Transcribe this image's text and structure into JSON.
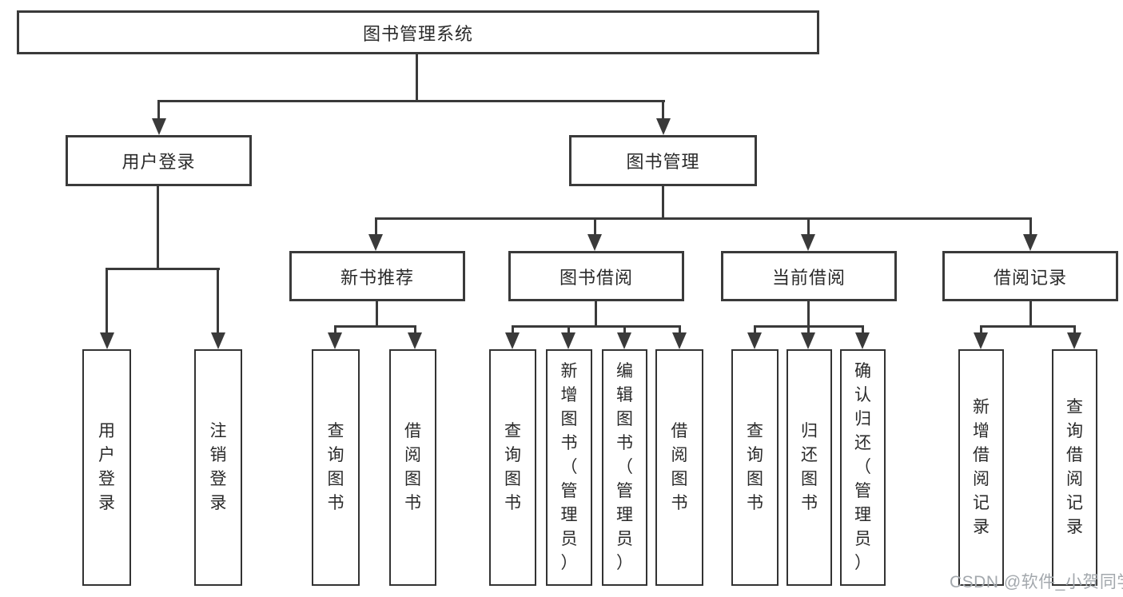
{
  "tree": {
    "root": "图书管理系统",
    "level2": [
      {
        "label": "用户登录",
        "children": [
          "用户登录",
          "注销登录"
        ]
      },
      {
        "label": "图书管理",
        "modules": [
          {
            "label": "新书推荐",
            "children": [
              "查询图书",
              "借阅图书"
            ]
          },
          {
            "label": "图书借阅",
            "children": [
              "查询图书",
              "新增图书（管理员）",
              "编辑图书（管理员）",
              "借阅图书"
            ]
          },
          {
            "label": "当前借阅",
            "children": [
              "查询图书",
              "归还图书",
              "确认归还（管理员）"
            ]
          },
          {
            "label": "借阅记录",
            "children": [
              "新增借阅记录",
              "查询借阅记录"
            ]
          }
        ]
      }
    ]
  },
  "colors": {
    "line": "#3a3a3a",
    "text": "#2a2a2a",
    "watermark": "#a3a8ad"
  },
  "watermark": "CSDN @软件_小贺同学"
}
